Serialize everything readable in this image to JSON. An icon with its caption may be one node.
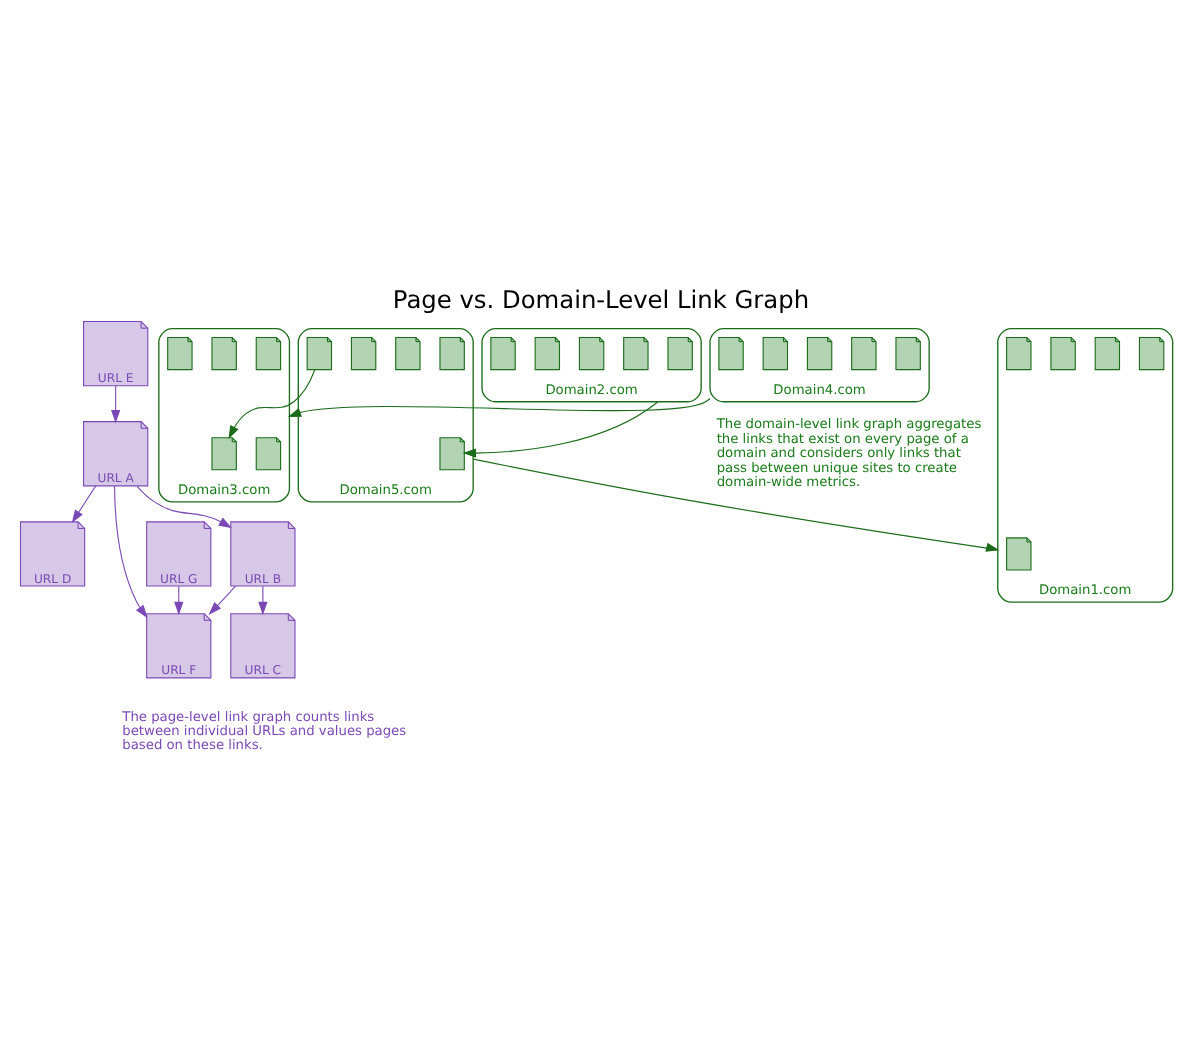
{
  "diagram": {
    "title": "Page vs. Domain-Level Link Graph",
    "nodes": [
      {
        "text": [
          "URL E"
        ]
      },
      {
        "text": [
          "URL F"
        ]
      },
      {
        "text": [
          "URL G"
        ]
      },
      {
        "text": [
          "URL A"
        ]
      },
      {
        "text": [
          "URL D"
        ]
      },
      {
        "text": [
          "URL B"
        ]
      },
      {
        "text": [
          "URL C"
        ]
      },
      {
        "text": [
          "Domain3.com"
        ]
      },
      {
        "text": [],
        "shape": "document",
        "in": 7
      },
      {
        "text": [],
        "shape": "document",
        "in": 7
      },
      {
        "text": [],
        "shape": "document",
        "in": 7
      },
      {
        "text": [],
        "shape": "document",
        "in": 7
      },
      {
        "text": [],
        "shape": "document",
        "in": 7
      },
      {
        "text": [
          "Domain2.com"
        ]
      },
      {
        "text": [],
        "shape": "document",
        "in": 13
      },
      {
        "text": [],
        "shape": "document",
        "in": 13
      },
      {
        "text": [],
        "shape": "document",
        "in": 13
      },
      {
        "text": [],
        "shape": "document",
        "in": 13
      },
      {
        "text": [],
        "shape": "document",
        "in": 13
      },
      {
        "text": [
          "Domain5.com"
        ]
      },
      {
        "text": [],
        "shape": "document",
        "in": 19
      },
      {
        "text": [],
        "shape": "document",
        "in": 19
      },
      {
        "text": [],
        "shape": "document",
        "in": 19
      },
      {
        "text": [],
        "shape": "document",
        "in": 19
      },
      {
        "text": [],
        "shape": "document",
        "in": 19
      },
      {
        "text": [
          "Domain1.com"
        ]
      },
      {
        "text": [],
        "shape": "document",
        "in": 25
      },
      {
        "text": [],
        "shape": "document",
        "in": 25
      },
      {
        "text": [],
        "shape": "document",
        "in": 25
      },
      {
        "text": [],
        "shape": "document",
        "in": 25
      },
      {
        "text": [],
        "shape": "document",
        "in": 25
      },
      {
        "text": [
          "Domain4.com"
        ]
      },
      {
        "text": [],
        "shape": "document",
        "in": 31
      },
      {
        "text": [],
        "shape": "document",
        "in": 31
      },
      {
        "text": [],
        "shape": "document",
        "in": 31
      },
      {
        "text": [],
        "shape": "document",
        "in": 31
      },
      {
        "text": [],
        "shape": "document",
        "in": 31
      }
    ],
    "edges": [
      {
        "from": 0,
        "to": 3,
        "arrow": "to"
      },
      {
        "from": 3,
        "to": 1,
        "arrow": "to"
      },
      {
        "from": 2,
        "to": 1,
        "arrow": "to"
      },
      {
        "from": 5,
        "to": 1,
        "arrow": "to"
      },
      {
        "from": 3,
        "to": 4,
        "arrow": "to"
      },
      {
        "from": 3,
        "to": 5,
        "arrow": "to"
      },
      {
        "from": 5,
        "to": 6,
        "arrow": "to"
      },
      {
        "from": 13,
        "to": 20,
        "arrow": "to",
        "color": "#1a6b1a"
      },
      {
        "from": 19,
        "to": 25,
        "arrow": "to",
        "color": "#1a6b1a"
      },
      {
        "from": 31,
        "to": 7,
        "arrow": "to",
        "color": "#1a6b1a"
      },
      {
        "from": 24,
        "to": 12,
        "arrow": "to",
        "color": "#1a6b1a"
      }
    ],
    "labels": [
      "The page-level link graph counts links between individual URLs and values pages based on these links.",
      "The domain-level link graph aggregates the links that exist on every page of a domain and considers only links that pass between unique sites to create domain-wide metrics."
    ]
  }
}
